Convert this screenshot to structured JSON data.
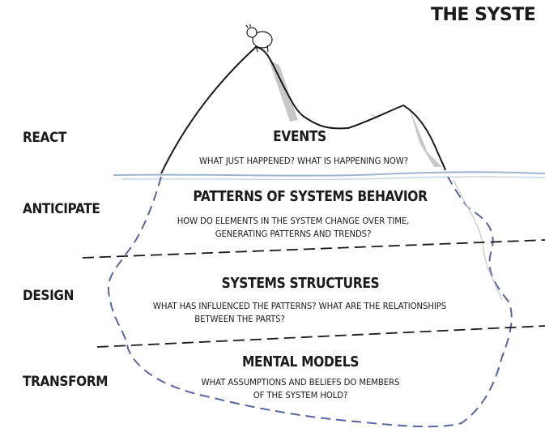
{
  "title": "THE SYSTE",
  "levels": [
    {
      "side_label": "REACT",
      "heading": "EVENTS",
      "questions": [
        "WHAT JUST HAPPENED? WHAT IS HAPPENING NOW?"
      ]
    },
    {
      "side_label": "ANTICIPATE",
      "heading": "PATTERNS OF SYSTEMS BEHAVIOR",
      "questions": [
        "HOW DO ELEMENTS IN THE SYSTEM CHANGE OVER TIME,",
        "GENERATING PATTERNS AND TRENDS?"
      ]
    },
    {
      "side_label": "DESIGN",
      "heading": "SYSTEMS STRUCTURES",
      "questions": [
        "WHAT HAS INFLUENCED THE PATTERNS? WHAT ARE THE RELATIONSHIPS",
        "BETWEEN THE PARTS?"
      ]
    },
    {
      "side_label": "TRANSFORM",
      "heading": "MENTAL MODELS",
      "questions": [
        "WHAT ASSUMPTIONS AND BELIEFS DO MEMBERS",
        "OF THE SYSTEM HOLD?"
      ]
    }
  ],
  "colors": {
    "ink": "#1a1a1a",
    "water": "#9fb4cc",
    "underwater": "#5a64a0",
    "shadow": "#c8c8c8"
  }
}
